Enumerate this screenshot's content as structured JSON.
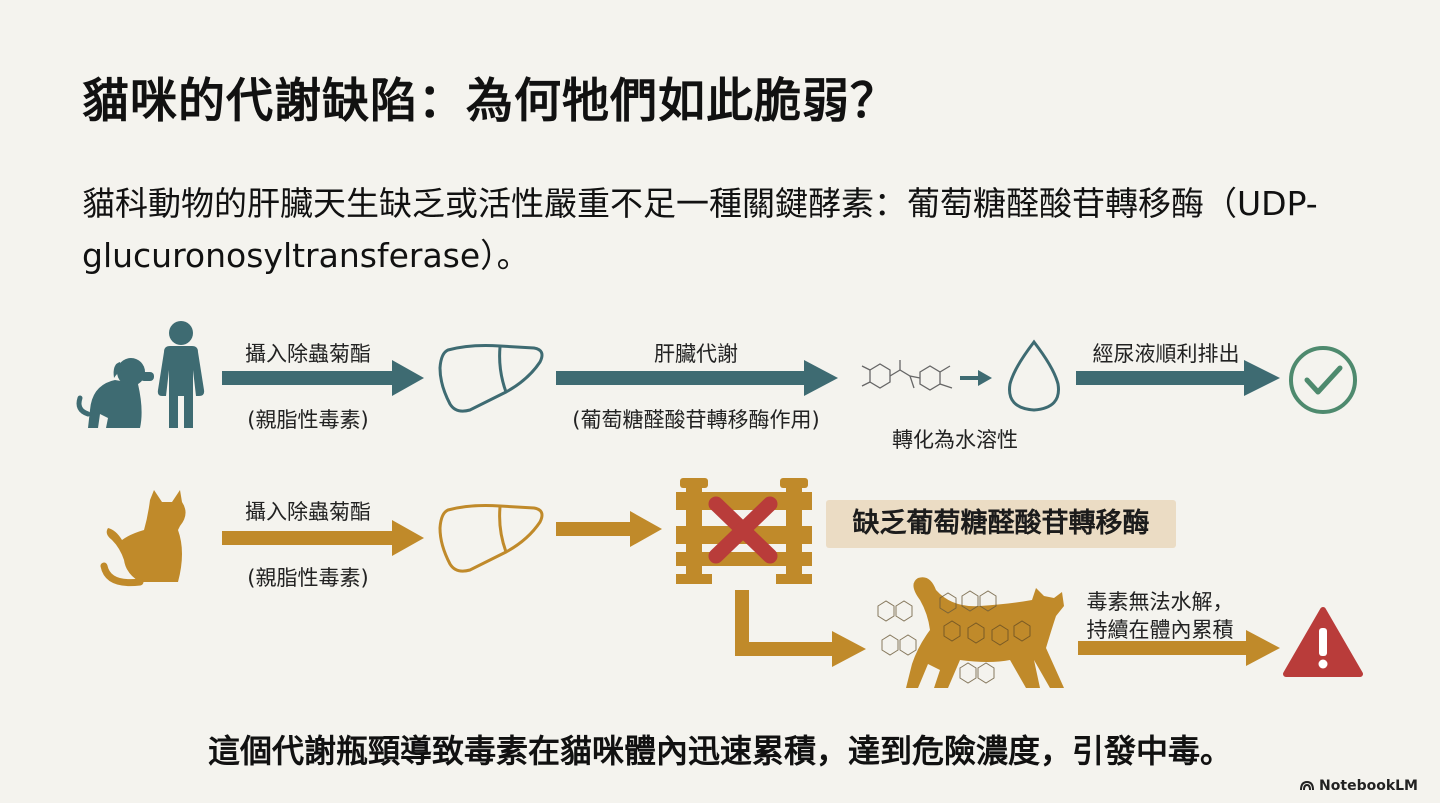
{
  "title": "貓咪的代謝缺陷：為何牠們如此脆弱？",
  "subtitle": "貓科動物的肝臟天生缺乏或活性嚴重不足一種關鍵酵素：葡萄糖醛酸苷轉移酶（UDP-glucuronosyltransferase）。",
  "human_row": {
    "ingest_label": "攝入除蟲菊酯",
    "ingest_sub": "(親脂性毒素)",
    "metabolism_label": "肝臟代謝",
    "metabolism_sub": "(葡萄糖醛酸苷轉移酶作用)",
    "soluble_label": "轉化為水溶性",
    "excrete_label": "經尿液順利排出"
  },
  "cat_row": {
    "ingest_label": "攝入除蟲菊酯",
    "ingest_sub": "(親脂性毒素)",
    "lack_label": "缺乏葡萄糖醛酸苷轉移酶",
    "accum_line1": "毒素無法水解，",
    "accum_line2": "持續在體內累積"
  },
  "bottom_text": "這個代謝瓶頸導致毒素在貓咪體內迅速累積，達到危險濃度，引發中毒。",
  "brand": "NotebookLM",
  "colors": {
    "teal": "#3e6b72",
    "gold": "#c08a2a",
    "green": "#4e8a6e",
    "red": "#b93c3a",
    "highlight_bg": "#ebdcc4"
  },
  "icons": [
    "dog-icon",
    "human-icon",
    "liver-icon",
    "molecule-icon",
    "water-drop-icon",
    "check-icon",
    "cat-icon",
    "barrier-icon",
    "cross-icon",
    "cat-walking-icon",
    "warning-icon"
  ]
}
